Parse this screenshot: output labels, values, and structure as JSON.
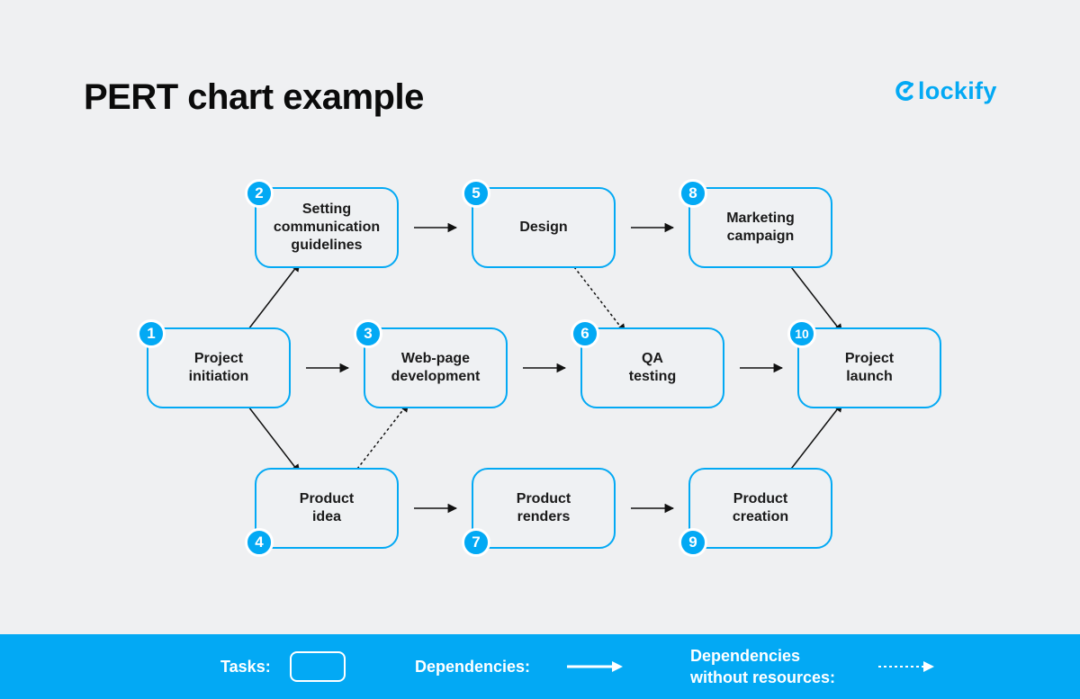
{
  "title": "PERT chart example",
  "brand": {
    "name": "lockify",
    "logo": "clockify-logo-icon"
  },
  "colors": {
    "accent": "#03a9f4",
    "background": "#eff0f2",
    "text": "#1a1a1a"
  },
  "tasks": [
    {
      "id": "1",
      "label": "Project\ninitiation"
    },
    {
      "id": "2",
      "label": "Setting\ncommunication\nguidelines"
    },
    {
      "id": "3",
      "label": "Web-page\ndevelopment"
    },
    {
      "id": "4",
      "label": "Product\nidea"
    },
    {
      "id": "5",
      "label": "Design"
    },
    {
      "id": "6",
      "label": "QA\ntesting"
    },
    {
      "id": "7",
      "label": "Product\nrenders"
    },
    {
      "id": "8",
      "label": "Marketing\ncampaign"
    },
    {
      "id": "9",
      "label": "Product\ncreation"
    },
    {
      "id": "10",
      "label": "Project\nlaunch"
    }
  ],
  "dependencies": [
    {
      "from": "1",
      "to": "2",
      "style": "solid"
    },
    {
      "from": "1",
      "to": "3",
      "style": "solid"
    },
    {
      "from": "1",
      "to": "4",
      "style": "solid"
    },
    {
      "from": "2",
      "to": "5",
      "style": "solid"
    },
    {
      "from": "5",
      "to": "8",
      "style": "solid"
    },
    {
      "from": "5",
      "to": "6",
      "style": "dashed"
    },
    {
      "from": "3",
      "to": "6",
      "style": "solid"
    },
    {
      "from": "4",
      "to": "3",
      "style": "dashed"
    },
    {
      "from": "4",
      "to": "7",
      "style": "solid"
    },
    {
      "from": "7",
      "to": "9",
      "style": "solid"
    },
    {
      "from": "6",
      "to": "10",
      "style": "solid"
    },
    {
      "from": "8",
      "to": "10",
      "style": "solid"
    },
    {
      "from": "9",
      "to": "10",
      "style": "solid"
    }
  ],
  "legend": {
    "tasks_label": "Tasks:",
    "dependencies_label": "Dependencies:",
    "no_resources_label": "Dependencies\nwithout resources:"
  }
}
